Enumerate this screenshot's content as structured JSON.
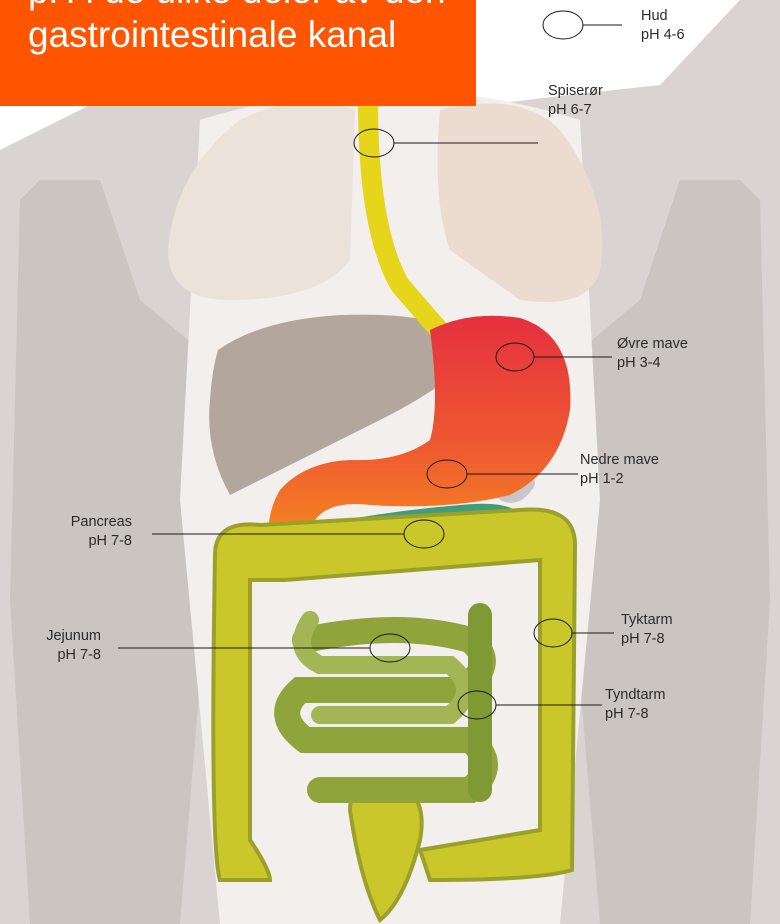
{
  "title": {
    "line1": "pH i de ulike deler av den",
    "line2": "gastrointestinale kanal"
  },
  "colors": {
    "title_bg": "#ff5500",
    "body": "#d7d2cf",
    "lungs": "#eadfd6",
    "liver": "#b2a59c",
    "esophagus": "#e5d51b",
    "stomach_top": "#e53540",
    "stomach_bottom": "#f28c1e",
    "pancreas": "#3f9e77",
    "colon": "#c9c72a",
    "small_intestine": "#8fa43a"
  },
  "labels": {
    "hud": {
      "name": "Hud",
      "ph": "pH 4-6"
    },
    "spiseror": {
      "name": "Spiserør",
      "ph": "pH 6-7"
    },
    "ovre_mave": {
      "name": "Øvre mave",
      "ph": "pH 3-4"
    },
    "nedre_mave": {
      "name": "Nedre mave",
      "ph": "pH 1-2"
    },
    "pancreas": {
      "name": "Pancreas",
      "ph": "pH 7-8"
    },
    "jejunum": {
      "name": "Jejunum",
      "ph": "pH 7-8"
    },
    "tyktarm": {
      "name": "Tyktarm",
      "ph": "pH 7-8"
    },
    "tyndtarm": {
      "name": "Tyndtarm",
      "ph": "pH 7-8"
    }
  }
}
